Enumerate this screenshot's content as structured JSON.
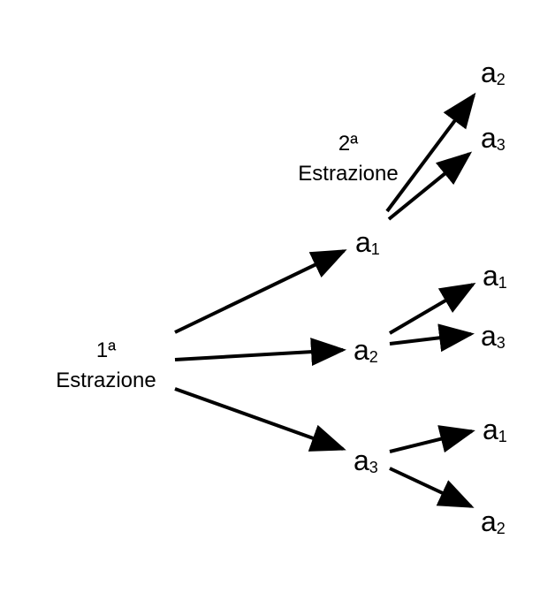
{
  "stages": {
    "first": {
      "number": "1ª",
      "label": "Estrazione"
    },
    "second": {
      "number": "2ª",
      "label": "Estrazione"
    }
  },
  "first_draw": [
    {
      "letter": "a",
      "index": "1"
    },
    {
      "letter": "a",
      "index": "2"
    },
    {
      "letter": "a",
      "index": "3"
    }
  ],
  "second_draw": [
    {
      "letter": "a",
      "index": "2"
    },
    {
      "letter": "a",
      "index": "3"
    },
    {
      "letter": "a",
      "index": "1"
    },
    {
      "letter": "a",
      "index": "3"
    },
    {
      "letter": "a",
      "index": "1"
    },
    {
      "letter": "a",
      "index": "2"
    }
  ],
  "colors": {
    "ink": "#000000",
    "background": "#ffffff"
  }
}
